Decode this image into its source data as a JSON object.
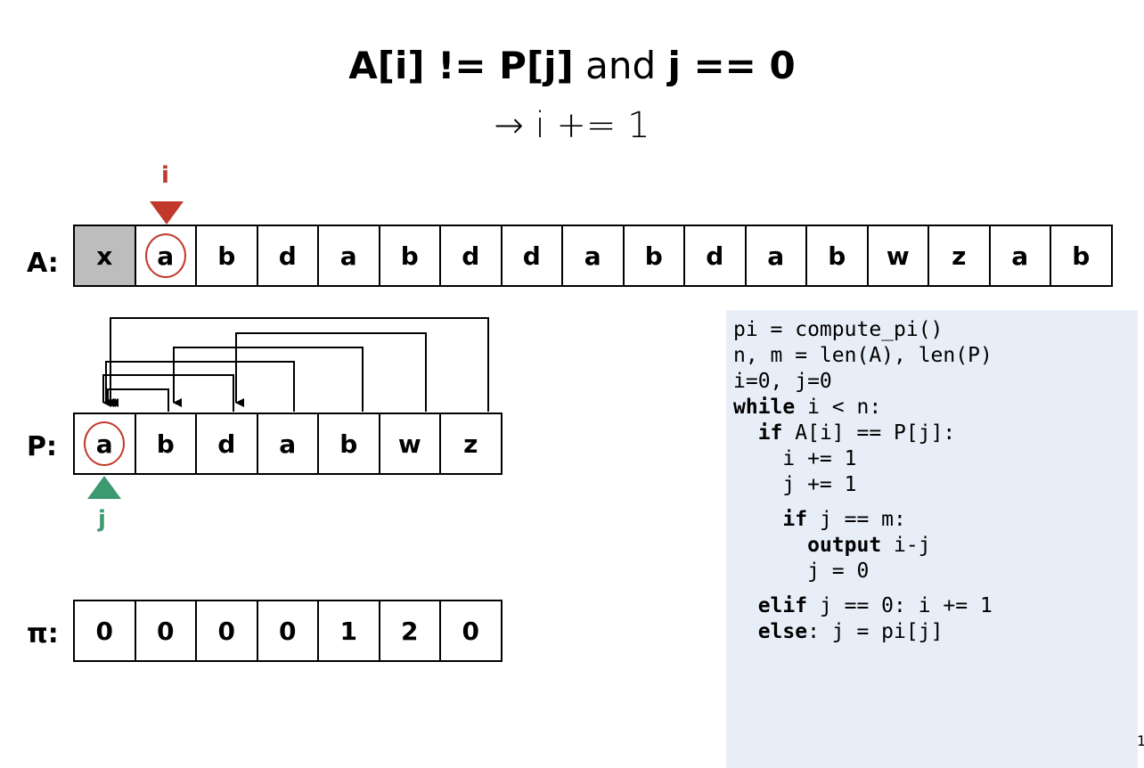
{
  "title": {
    "part1": "A[i] != P[j]",
    "part2": " and ",
    "part3": "j == 0"
  },
  "subtitle": "→ i += 1",
  "array_A": {
    "label": "A:",
    "cells": [
      "x",
      "a",
      "b",
      "d",
      "a",
      "b",
      "d",
      "d",
      "a",
      "b",
      "d",
      "a",
      "b",
      "w",
      "z",
      "a",
      "b"
    ],
    "gray_index": 0,
    "circled_index": 1
  },
  "array_P": {
    "label": "P:",
    "cells": [
      "a",
      "b",
      "d",
      "a",
      "b",
      "w",
      "z"
    ],
    "circled_index": 0
  },
  "array_pi": {
    "label": "π:",
    "cells": [
      "0",
      "0",
      "0",
      "0",
      "1",
      "2",
      "0"
    ]
  },
  "pointer_i": {
    "label": "i",
    "color": "#c0392b"
  },
  "pointer_j": {
    "label": "j",
    "color": "#3d9970"
  },
  "code": [
    [
      {
        "t": "pi = compute_pi()"
      }
    ],
    [
      {
        "t": "n, m = len(A), len(P)"
      }
    ],
    [
      {
        "t": "i=0, j=0"
      }
    ],
    [
      {
        "t": "while",
        "k": 1
      },
      {
        "t": " i < n:"
      }
    ],
    [
      {
        "t": "  "
      },
      {
        "t": "if",
        "k": 1
      },
      {
        "t": " A[i] == P[j]:"
      }
    ],
    [
      {
        "t": "    i += 1"
      }
    ],
    [
      {
        "t": "    j += 1"
      }
    ],
    [
      {
        "t": "    "
      },
      {
        "t": "if",
        "k": 1
      },
      {
        "t": " j == m:"
      }
    ],
    [
      {
        "t": "      "
      },
      {
        "t": "output",
        "k": 1
      },
      {
        "t": " i-j"
      }
    ],
    [
      {
        "t": "      j = 0"
      }
    ],
    [
      {
        "t": "  "
      },
      {
        "t": "elif",
        "k": 1
      },
      {
        "t": " j == 0: i += 1"
      }
    ],
    [
      {
        "t": "  "
      },
      {
        "t": "else",
        "k": 1
      },
      {
        "t": ": j = pi[j]"
      }
    ]
  ],
  "page_number": "1"
}
